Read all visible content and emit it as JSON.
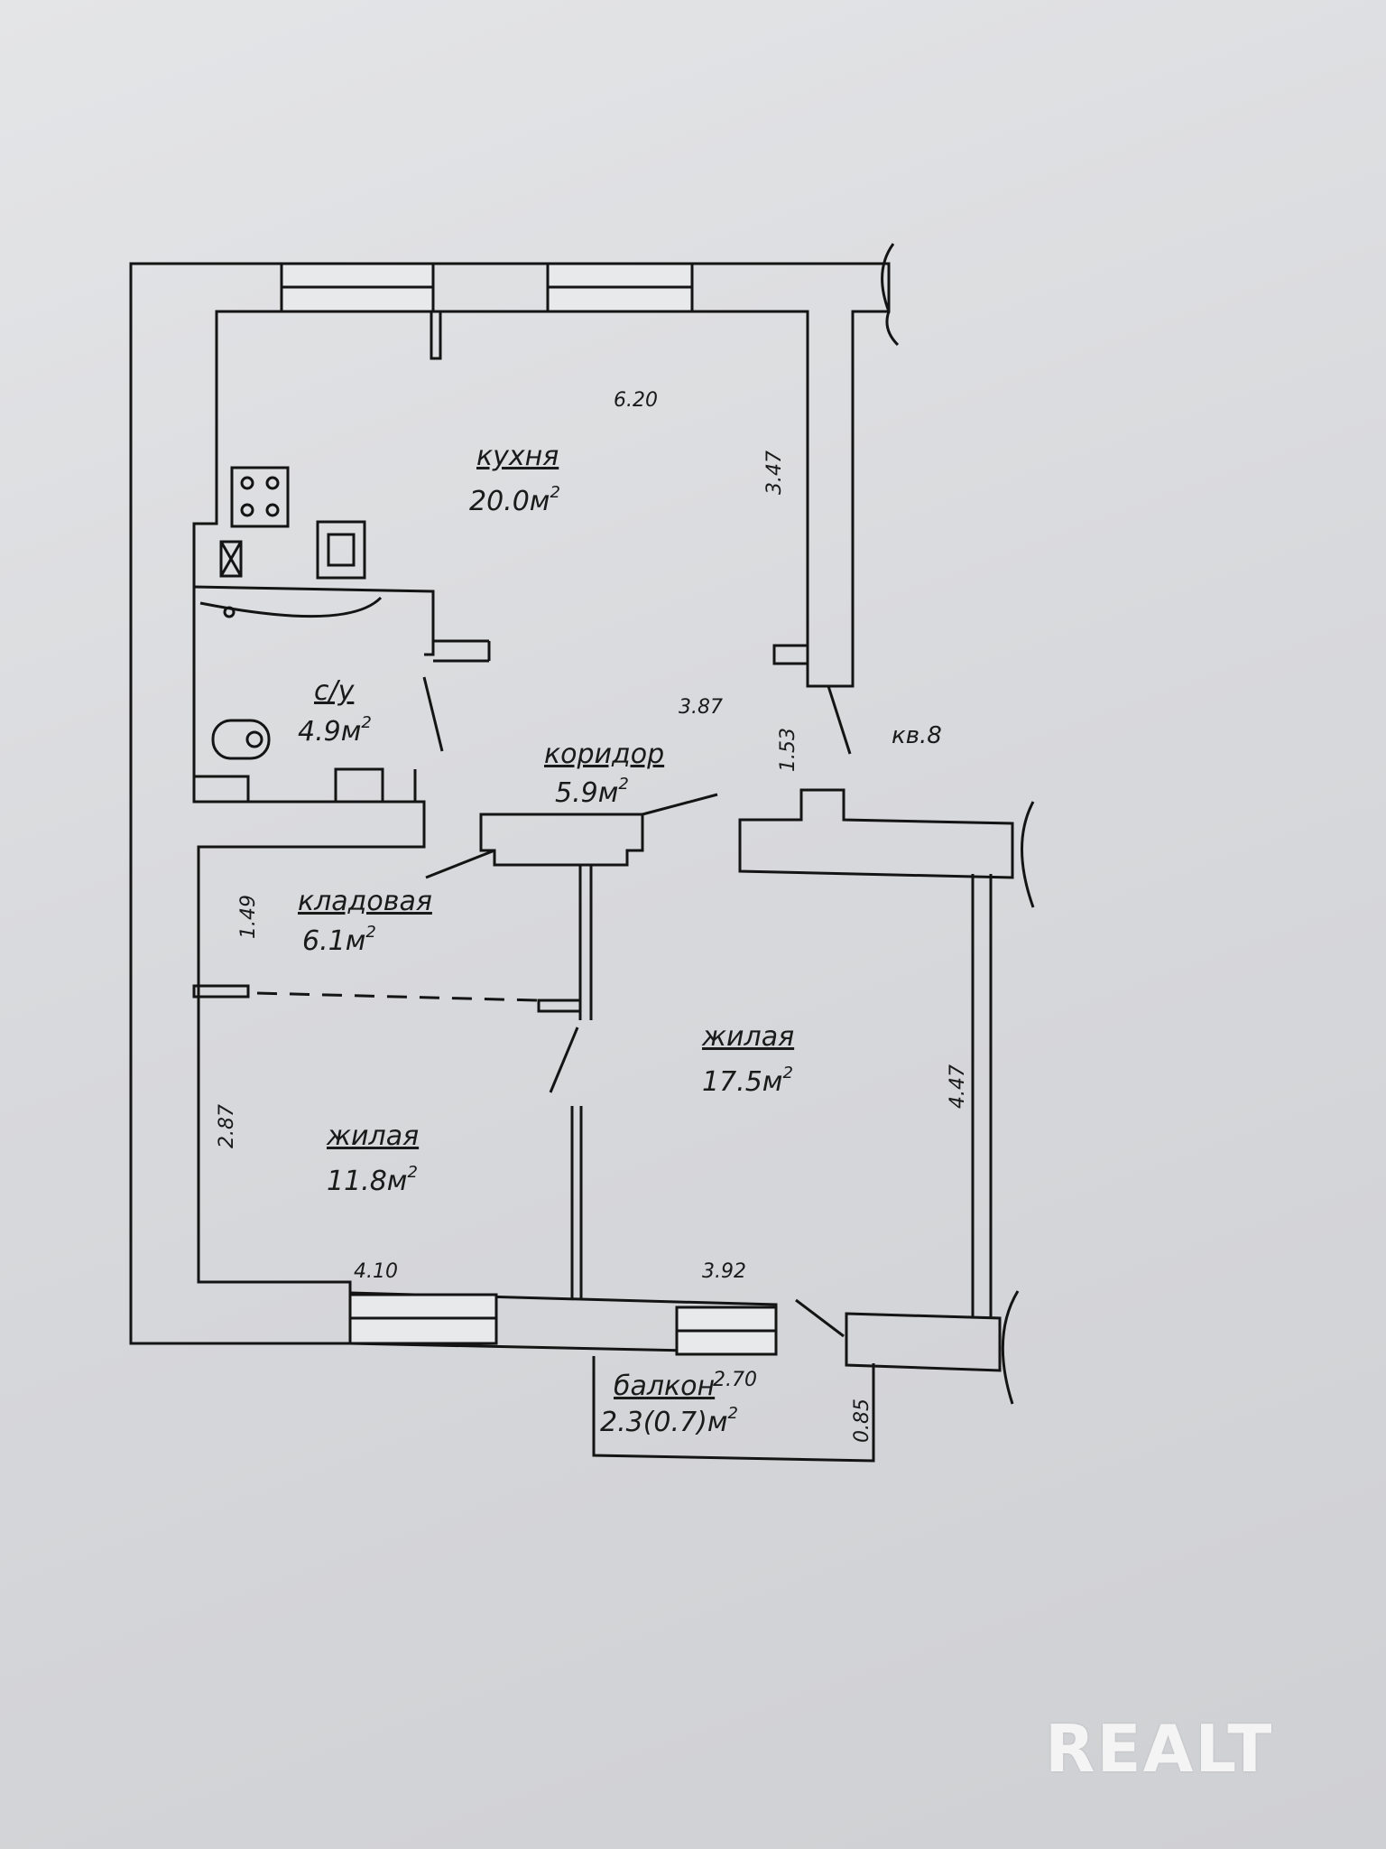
{
  "plan": {
    "apartment_label": "кв.8",
    "rooms": [
      {
        "id": "kitchen",
        "name": "кухня",
        "area": "20.0м",
        "dims": [
          "6.20",
          "3.47"
        ]
      },
      {
        "id": "bathroom",
        "name": "с/у",
        "area": "4.9м"
      },
      {
        "id": "corridor",
        "name": "коридор",
        "area": "5.9м",
        "dims": [
          "3.87",
          "1.53"
        ]
      },
      {
        "id": "storage",
        "name": "кладовая",
        "area": "6.1м",
        "dims": [
          "1.49"
        ]
      },
      {
        "id": "living_large",
        "name": "жилая",
        "area": "17.5м",
        "dims": [
          "4.47",
          "3.92"
        ]
      },
      {
        "id": "living_small",
        "name": "жилая",
        "area": "11.8м",
        "dims": [
          "2.87",
          "4.10"
        ]
      },
      {
        "id": "balcony",
        "name": "балкон",
        "area": "2.3(0.7)м",
        "dims": [
          "2.70",
          "0.85"
        ]
      }
    ],
    "superscript": "2"
  },
  "watermark": "REALT"
}
